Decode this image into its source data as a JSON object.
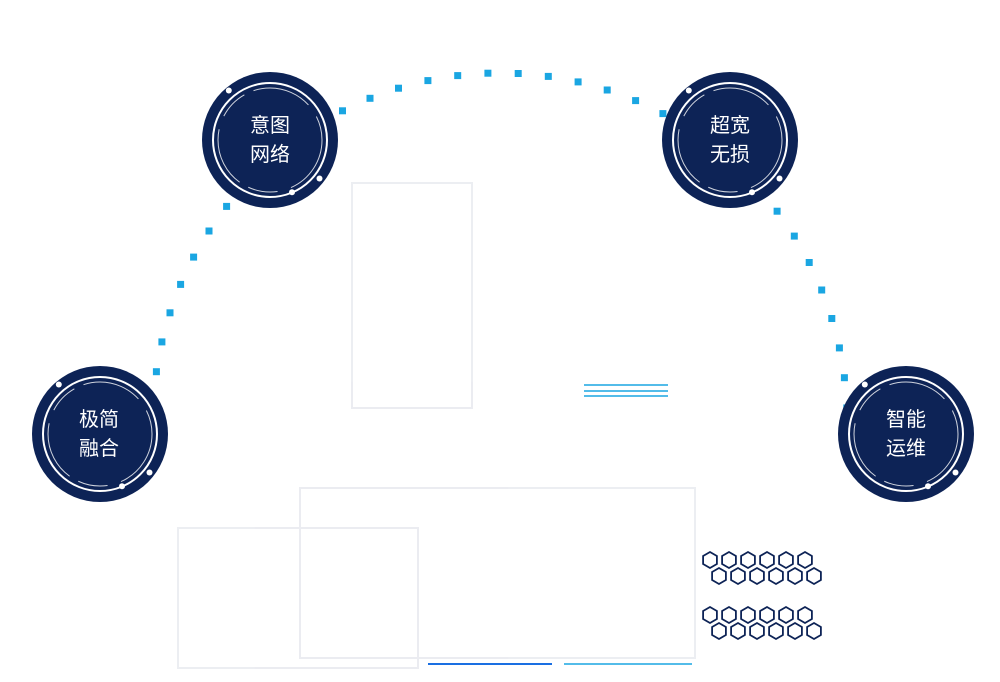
{
  "colors": {
    "node_fill": "#0d2356",
    "node_ring": "#ffffff",
    "dot_color": "#1aa6e2",
    "hex_color": "#0d2356"
  },
  "nodes": [
    {
      "id": "intent-network",
      "line1": "意图",
      "line2": "网络"
    },
    {
      "id": "ultra-wide-lossless",
      "line1": "超宽",
      "line2": "无损"
    },
    {
      "id": "minimal-fusion",
      "line1": "极简",
      "line2": "融合"
    },
    {
      "id": "smart-ops",
      "line1": "智能",
      "line2": "运维"
    }
  ]
}
